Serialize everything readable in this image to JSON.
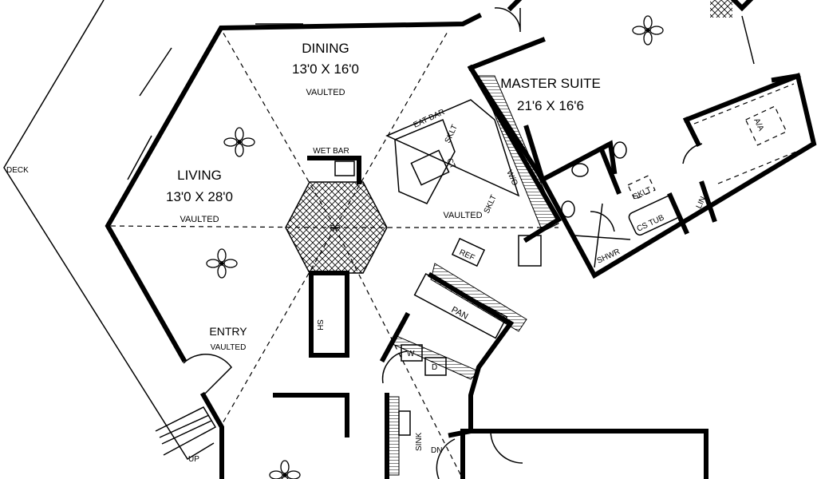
{
  "plan": {
    "deck": "DECK",
    "dining": {
      "name": "DINING",
      "size": "13'0 X 16'0",
      "note": "VAULTED"
    },
    "living": {
      "name": "LIVING",
      "size": "13'0 X 28'0",
      "note": "VAULTED"
    },
    "entry": {
      "name": "ENTRY",
      "note": "VAULTED"
    },
    "master": {
      "name": "MASTER SUITE",
      "size": "21'6 X 16'6"
    },
    "kitchen_note": "VAULTED",
    "labels": {
      "wet_bar": "WET BAR",
      "fireplace": "FP",
      "shelves": "SH",
      "eat_bar": "EAT BAR",
      "skylight": "SKLT",
      "cooktop": "CT",
      "wall_oven": "W/O",
      "refrigerator": "REF",
      "pantry": "PAN",
      "washer": "W",
      "dryer": "D",
      "sink": "SINK",
      "down": "DN",
      "up": "UP",
      "shower": "SHWR",
      "tub": "CS TUB",
      "linen": "LIN",
      "attic": "A/A"
    }
  }
}
